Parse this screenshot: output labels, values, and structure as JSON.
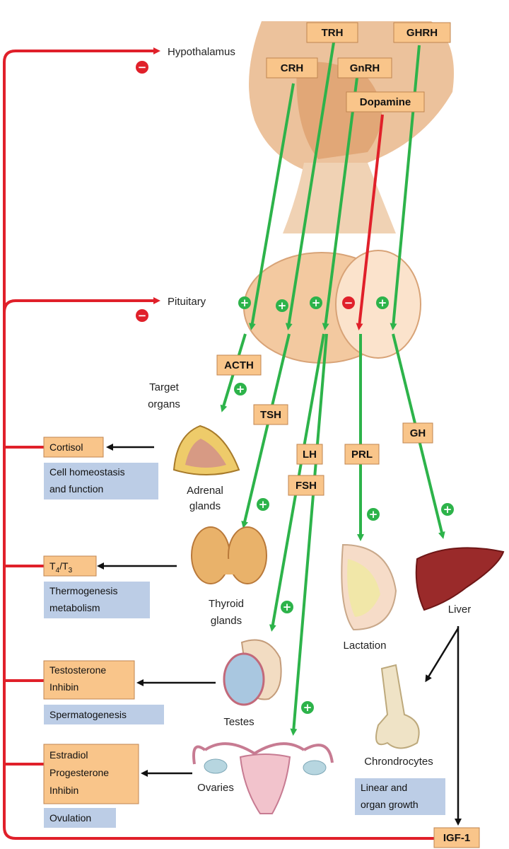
{
  "hormones": {
    "trh": "TRH",
    "ghrh": "GHRH",
    "crh": "CRH",
    "gnrh": "GnRH",
    "dopamine": "Dopamine",
    "acth": "ACTH",
    "tsh": "TSH",
    "lh": "LH",
    "fsh": "FSH",
    "prl": "PRL",
    "gh": "GH",
    "igf1": "IGF-1"
  },
  "levels": {
    "hypothalamus": "Hypothalamus",
    "pituitary": "Pituitary"
  },
  "target_label": [
    "Target",
    "organs"
  ],
  "organs": {
    "adrenal": [
      "Adrenal",
      "glands"
    ],
    "thyroid": [
      "Thyroid",
      "glands"
    ],
    "testes": "Testes",
    "ovaries": "Ovaries",
    "lactation": "Lactation",
    "liver": "Liver",
    "chondrocytes": "Chrondrocytes"
  },
  "outputs": {
    "cortisol": "Cortisol",
    "t4": "T",
    "t4_sub": "4",
    "t3": "/T",
    "t3_sub": "3",
    "testes_hormones": [
      "Testosterone",
      "Inhibin"
    ],
    "ovary_hormones": [
      "Estradiol",
      "Progesterone",
      "Inhibin"
    ]
  },
  "effects": {
    "adrenal": [
      "Cell homeostasis",
      "and function"
    ],
    "thyroid": [
      "Thermogenesis",
      "metabolism"
    ],
    "testes": "Spermatogenesis",
    "ovaries": "Ovulation",
    "growth": [
      "Linear and",
      "organ growth"
    ]
  },
  "signs": {
    "plus": "+",
    "minus": "−"
  },
  "colors": {
    "stimulate": "#2db34a",
    "inhibit": "#e0202a",
    "hormone_box": "#f9c58a",
    "effect_box": "#bccde6",
    "gland": "#f3c9a0"
  }
}
